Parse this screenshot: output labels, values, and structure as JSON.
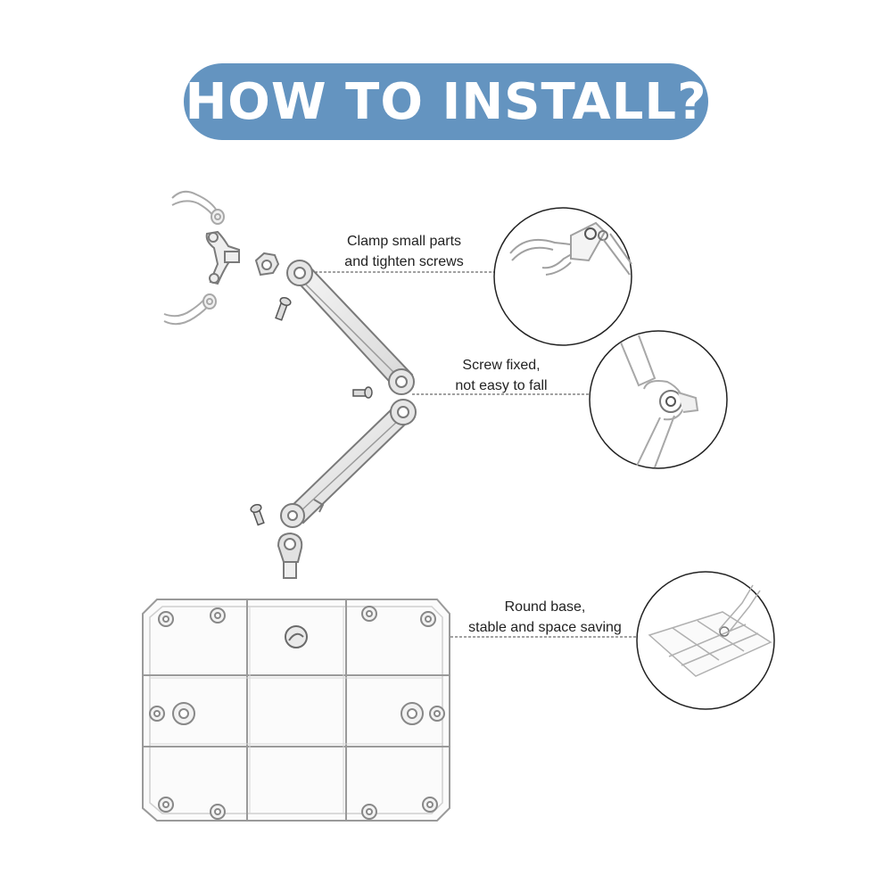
{
  "header": {
    "title": "HOW TO INSTALL?"
  },
  "callouts": [
    {
      "line1": "Clamp small parts",
      "line2": "and tighten screws"
    },
    {
      "line1": "Screw fixed,",
      "line2": "not easy to fall"
    },
    {
      "line1": "Round base,",
      "line2": "stable and space saving"
    }
  ],
  "colors": {
    "accent": "#6494c0",
    "part_outline": "#9a9a9a",
    "leader": "#333333"
  }
}
